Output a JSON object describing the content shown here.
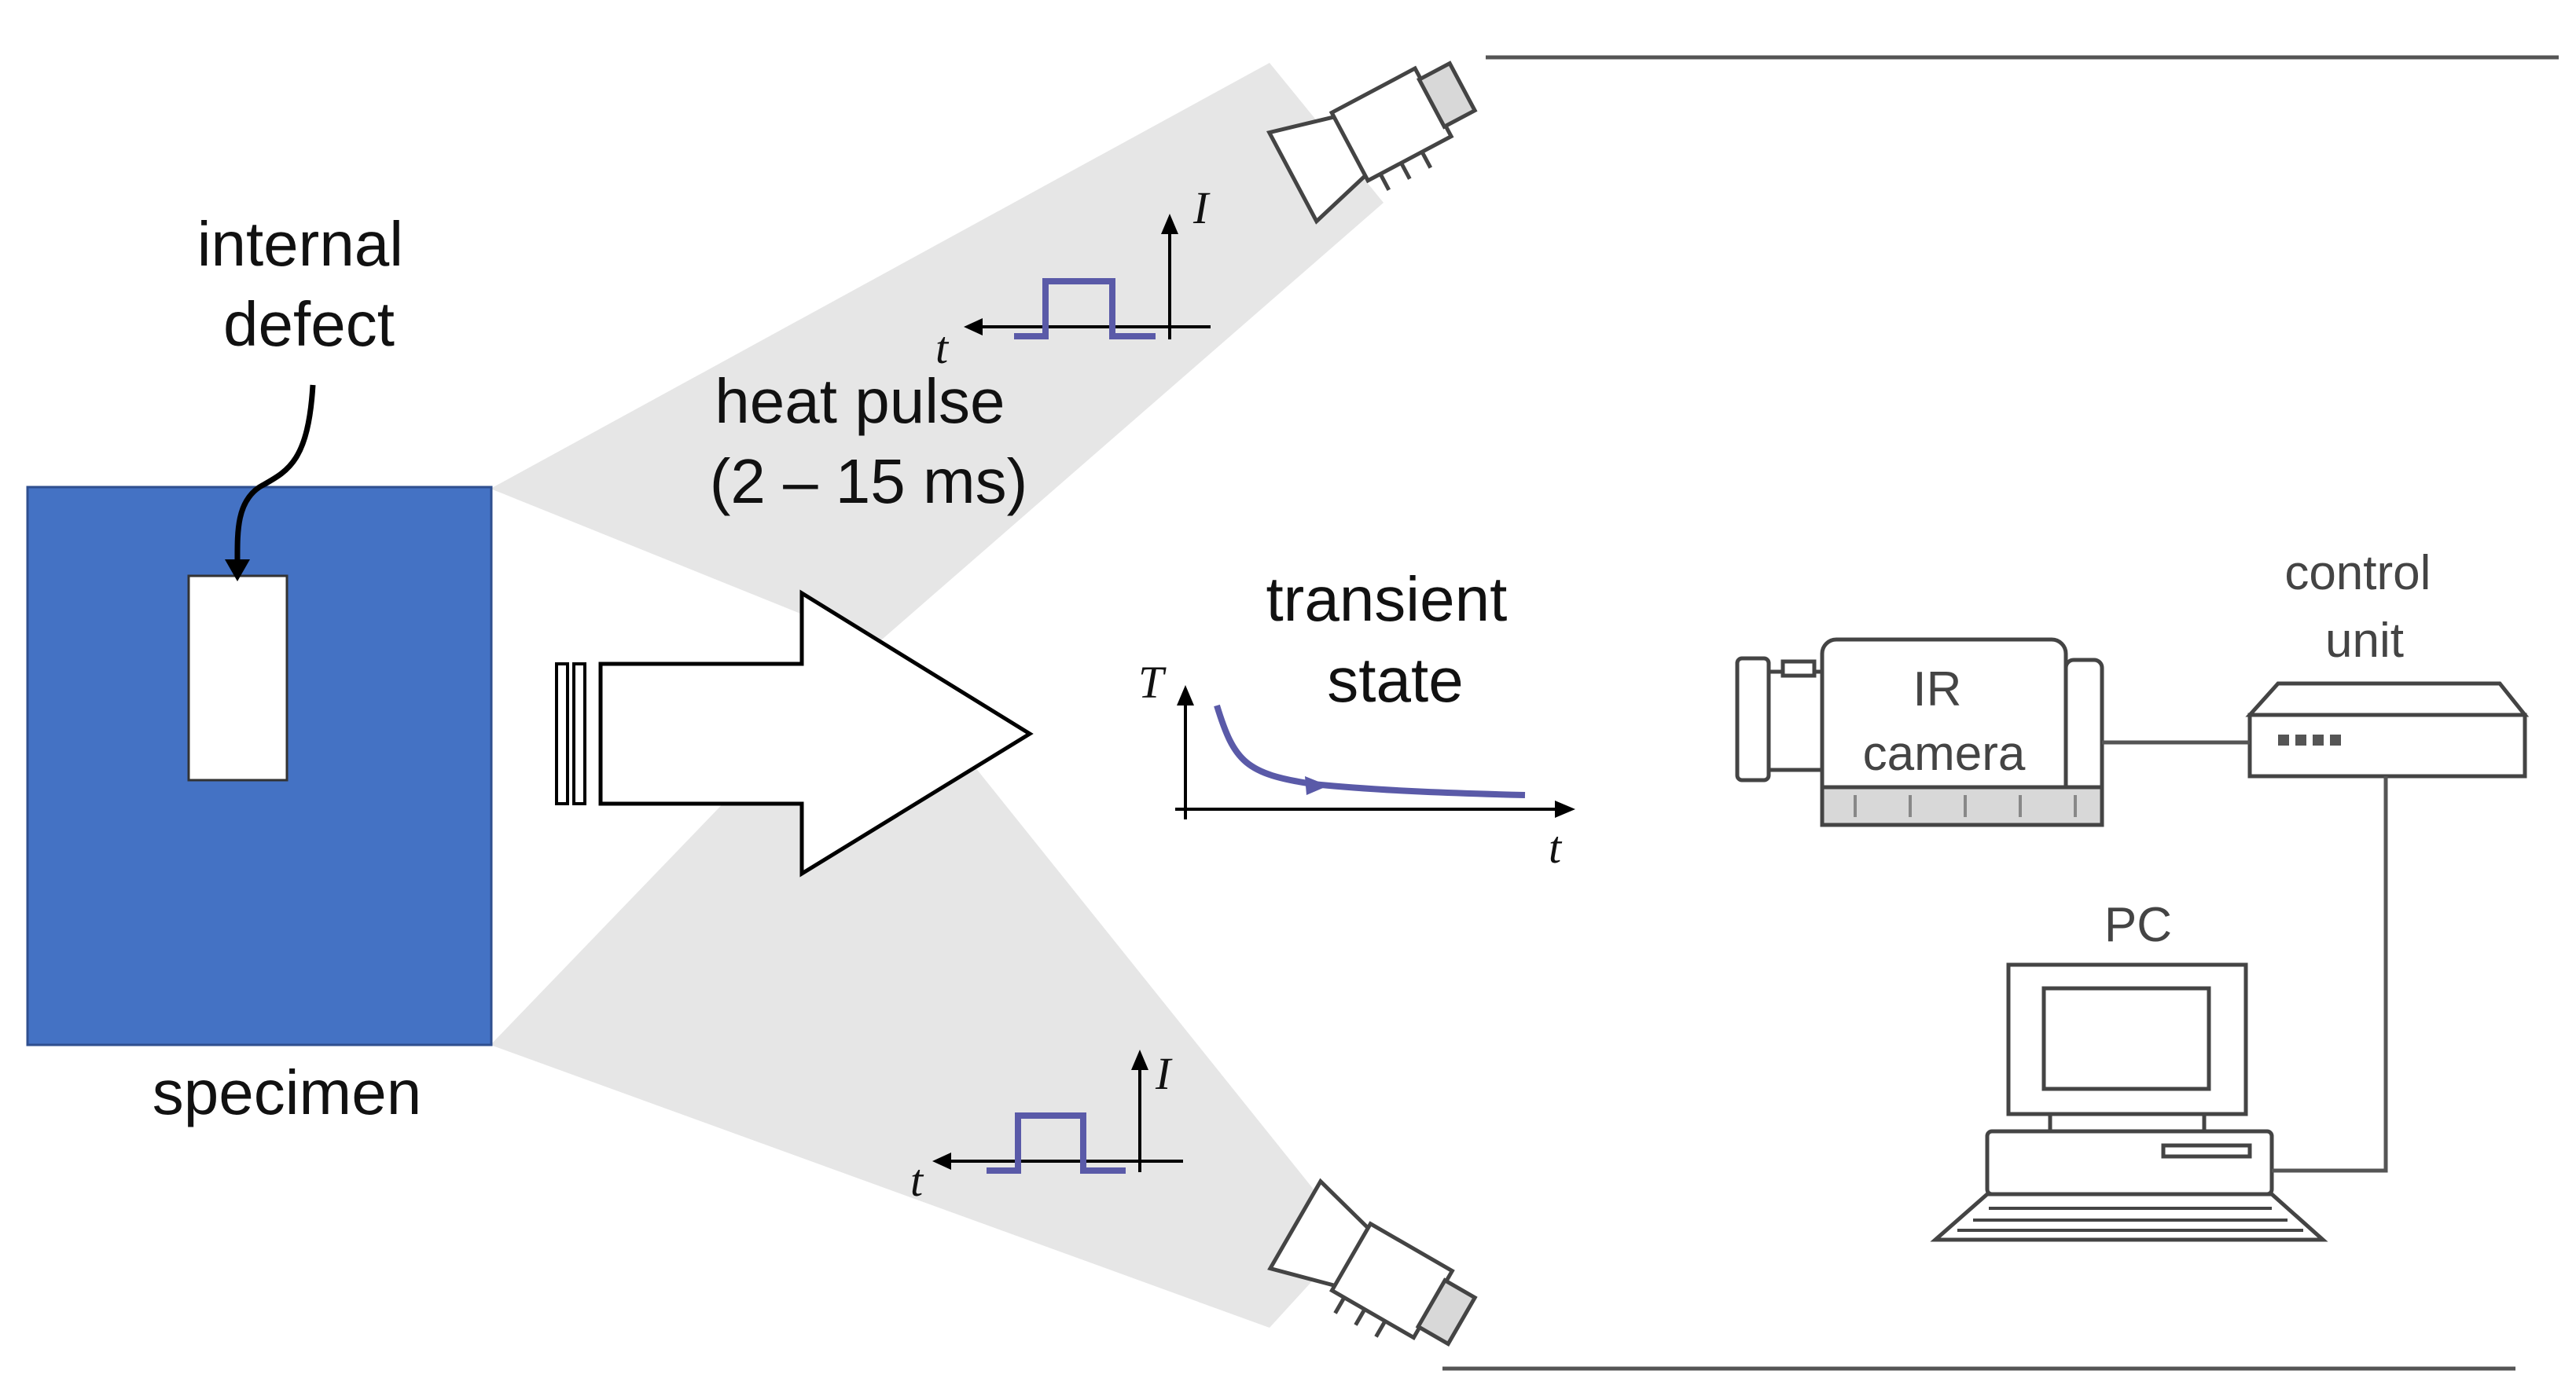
{
  "labels": {
    "internal_defect": [
      "internal",
      "defect"
    ],
    "specimen": "specimen",
    "heat_pulse": [
      "heat pulse",
      "(2 – 15 ms)"
    ],
    "transient_state": [
      "transient",
      "state"
    ],
    "ir_camera": [
      "IR",
      "camera"
    ],
    "control_unit": [
      "control",
      "unit"
    ],
    "pc": "PC"
  },
  "axes": {
    "pulse_y": "I",
    "pulse_x": "t",
    "transient_y": "T",
    "transient_x": "t"
  },
  "colors": {
    "specimen": "#4472c4",
    "signal": "#5a5aa8",
    "beam": "#e6e6e6"
  },
  "icons": {
    "flash_lamp": "flash-lamp-icon",
    "ir_camera": "ir-camera-icon",
    "control_unit": "control-unit-icon",
    "pc": "pc-icon"
  }
}
